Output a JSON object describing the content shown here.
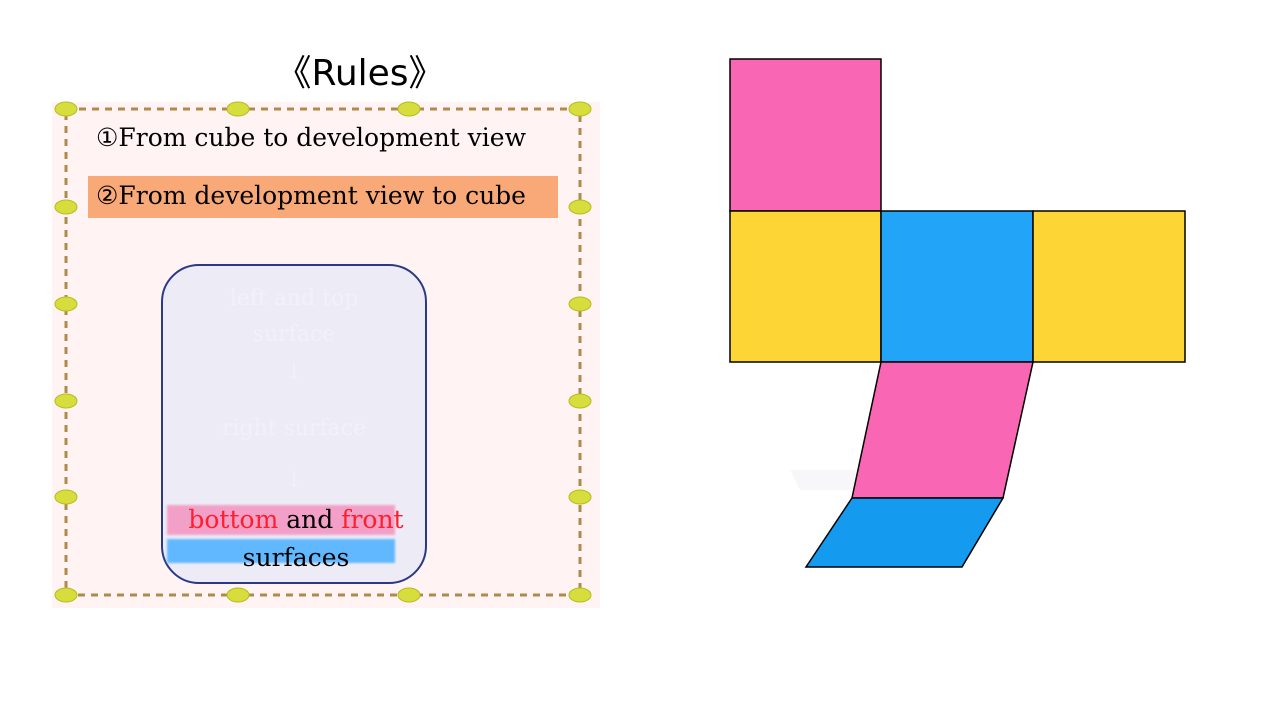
{
  "slide": {
    "title": "《Rules》",
    "rules": [
      "①From cube to development view",
      "②From development view to cube"
    ],
    "card": {
      "faint_lines": [
        "left and top",
        "surface",
        "↓",
        "right surface",
        "↓"
      ],
      "final_word_1": "bottom",
      "final_word_2": "and",
      "final_word_3": "front",
      "final_line_2": "surfaces"
    }
  },
  "colors": {
    "pink": "#f866b4",
    "yellow": "#fdd534",
    "blue": "#22a4f8",
    "blue_dark": "#149bef",
    "rule_highlight": "#f9a878",
    "panel_bg": "#fff4f3",
    "card_border": "#2b3a86"
  },
  "net_faces": [
    {
      "name": "top-face",
      "color": "pink"
    },
    {
      "name": "left-face",
      "color": "yellow"
    },
    {
      "name": "center-face",
      "color": "blue"
    },
    {
      "name": "right-face",
      "color": "yellow"
    },
    {
      "name": "folding-face",
      "color": "pink"
    },
    {
      "name": "bottom-face",
      "color": "blue"
    }
  ]
}
